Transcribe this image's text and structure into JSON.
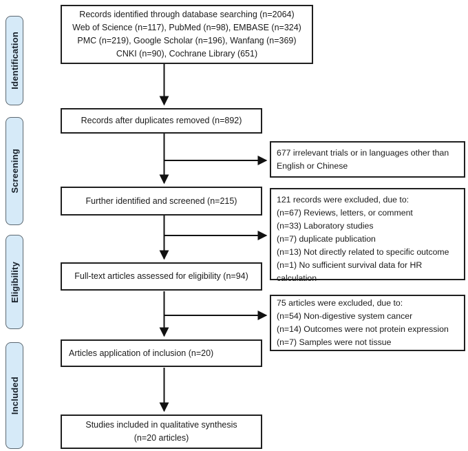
{
  "colors": {
    "stage_fill": "#d6eaf8",
    "stage_border": "#5b6770",
    "box_border": "#1f1f1f",
    "arrow": "#111111",
    "text": "#1a1a1a"
  },
  "stages": [
    {
      "label": "Identification"
    },
    {
      "label": "Screening"
    },
    {
      "label": "Eligibility"
    },
    {
      "label": "Included"
    }
  ],
  "flow": {
    "records_identified": "Records identified through database searching (n=2064)\nWeb of Science (n=117), PubMed (n=98), EMBASE (n=324)\nPMC (n=219), Google Scholar (n=196), Wanfang (n=369)\nCNKI (n=90), Cochrane Library (651)",
    "duplicates_removed": "Records after duplicates removed (n=892)",
    "further_screened": "Further identified and screened (n=215)",
    "fulltext_assessed": "Full-text articles assessed for eligibility (n=94)",
    "inclusion_applied": "Articles application of inclusion (n=20)",
    "qualitative_synthesis": "Studies included in qualitative synthesis\n(n=20 articles)"
  },
  "exclusions": {
    "irrelevant": "677 irrelevant trials or in languages other than\nEnglish or Chinese",
    "records_excluded": "121 records were excluded, due to:\n(n=67) Reviews, letters, or comment\n(n=33) Laboratory studies\n(n=7) duplicate publication\n(n=13) Not directly related to specific outcome\n(n=1) No sufficient survival data for HR calculation",
    "articles_excluded": "75 articles were excluded, due to:\n(n=54) Non-digestive system cancer\n(n=14) Outcomes were not protein expression\n(n=7) Samples were not tissue"
  }
}
